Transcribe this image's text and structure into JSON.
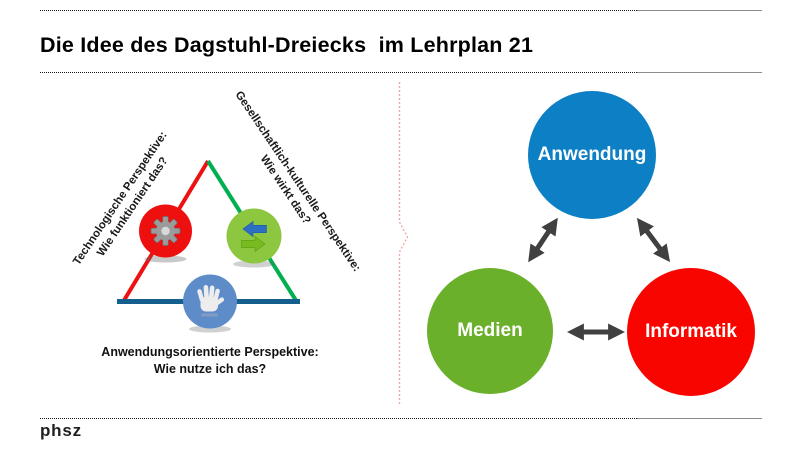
{
  "slide": {
    "title": "Die Idee des Dagstuhl-Dreiecks  im Lehrplan 21",
    "footer_logo": "phsz"
  },
  "left_diagram": {
    "name": "Dagstuhl-Dreieck",
    "perspectives": {
      "technological": {
        "line1": "Technologische Perspektive:",
        "line2": "Wie funktioniert das?",
        "edge_color": "#ee1111",
        "icon": "gear-icon",
        "icon_circle_color": "#ee0f0f"
      },
      "societal_cultural": {
        "line1": "Gesellschaftlich-kulturelle Perspektive:",
        "line2": "Wie wirkt das?",
        "edge_color": "#00b050",
        "icon": "sync-arrows-icon",
        "icon_circle_color": "#8dc63f"
      },
      "application_oriented": {
        "line1": "Anwendungsorientierte Perspektive:",
        "line2": "Wie nutze ich das?",
        "edge_color": "#155f8f",
        "icon": "hand-icon",
        "icon_circle_color": "#5d8cc9"
      }
    }
  },
  "divider": {
    "style": "dotted-chevron",
    "color": "#efa8a8"
  },
  "right_diagram": {
    "nodes": [
      {
        "label": "Anwendung",
        "color": "#0d80c5"
      },
      {
        "label": "Medien",
        "color": "#6bb02a"
      },
      {
        "label": "Informatik",
        "color": "#f90500"
      }
    ],
    "arrow_color": "#404040",
    "arrows": [
      {
        "from": "Anwendung",
        "to": "Medien",
        "bidirectional": true
      },
      {
        "from": "Anwendung",
        "to": "Informatik",
        "bidirectional": true
      },
      {
        "from": "Medien",
        "to": "Informatik",
        "bidirectional": true
      }
    ]
  }
}
